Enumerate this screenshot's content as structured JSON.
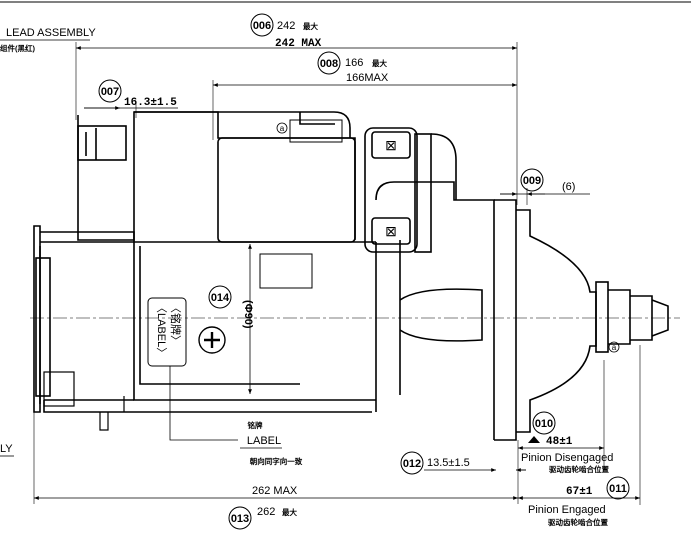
{
  "drawing": {
    "title_top_left": "LEAD ASSEMBLY",
    "title_top_left_cn": "组件(黑红)",
    "title_left_edge": "LY",
    "balloons": {
      "b006": "006",
      "b007": "007",
      "b008": "008",
      "b009": "009",
      "b010": "010",
      "b011": "011",
      "b012": "012",
      "b013": "013",
      "b014": "014"
    },
    "dims": {
      "overall_top": "242",
      "overall_top_cn": "最大",
      "overall_top_en": "242 MAX",
      "mid_top": "166",
      "mid_top_cn": "最大",
      "mid_top_en": "166MAX",
      "d007": "16.3±1.5",
      "d009": "(6)",
      "diameter": "(Φ90)",
      "d010": "48±1",
      "d012": "13.5±1.5",
      "d011": "67±1",
      "bottom_en": "262  MAX",
      "bottom": "262",
      "bottom_cn": "最大"
    },
    "notes": {
      "label_vertical_1": "〈LABEL〉",
      "label_vertical_2": "〈铭牌〉",
      "nameplate_cn": "铭牌",
      "nameplate_en": "LABEL",
      "nameplate_note_cn": "朝向同字向一致",
      "pinion_dis_en": "Pinion Disengaged",
      "pinion_dis_cn": "驱动齿轮啮合位置",
      "pinion_eng_en": "Pinion Engaged",
      "pinion_eng_cn": "驱动齿轮啮合位置",
      "marker_a": "a"
    }
  }
}
